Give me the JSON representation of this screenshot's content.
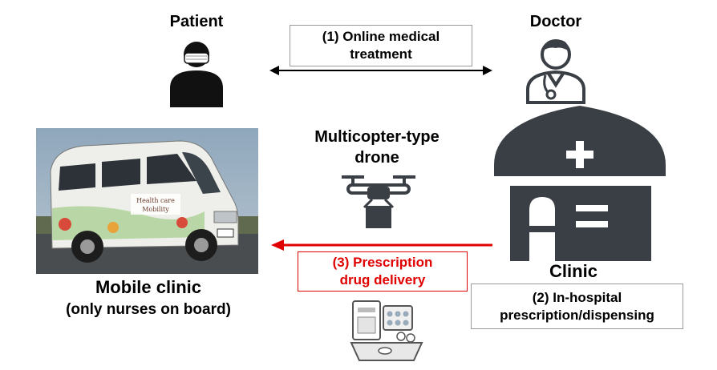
{
  "patient": {
    "label": "Patient"
  },
  "doctor": {
    "label": "Doctor"
  },
  "online": {
    "line1": "(1) Online medical",
    "line2": "treatment"
  },
  "drone": {
    "line1": "Multicopter-type",
    "line2": "drone"
  },
  "clinic": {
    "label": "Clinic"
  },
  "dispensing": {
    "line1": "(2) In-hospital",
    "line2": "prescription/dispensing"
  },
  "delivery": {
    "line1": "(3) Prescription",
    "line2": "drug delivery"
  },
  "mobile_clinic": {
    "title": "Mobile clinic",
    "subtitle": "(only nurses on board)"
  },
  "van": {
    "side_text_1": "Health care",
    "side_text_2": "Mobility"
  },
  "colors": {
    "icon": "#3a3f45",
    "accent_red": "#e00000",
    "border": "#9a9a9a"
  }
}
